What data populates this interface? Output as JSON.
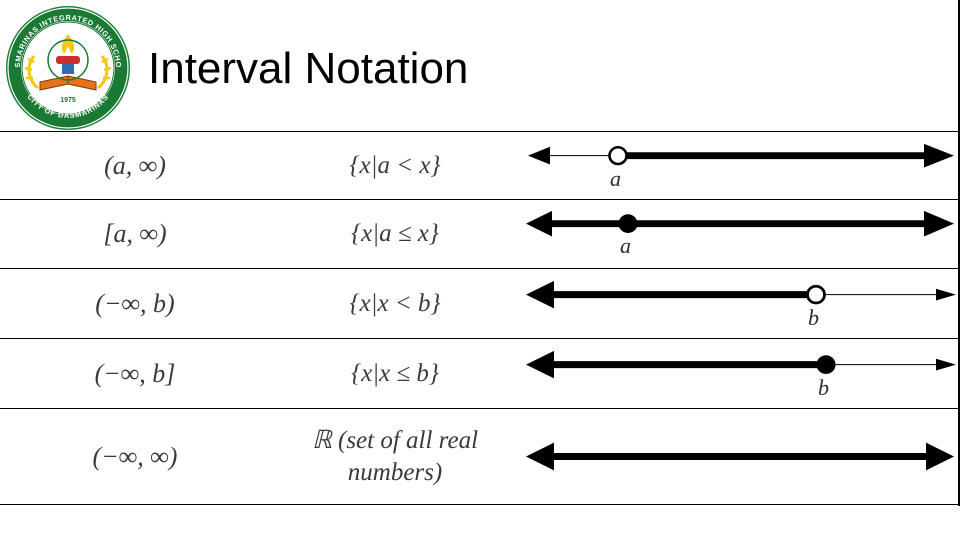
{
  "title": "Interval Notation",
  "logo": {
    "alt": "dasmarinas-integrated-high-school-seal",
    "top_text": "DASMARINAS INTEGRATED HIGH SCHOOL",
    "bottom_text": "CITY OF DASMARINAS",
    "year": "1975",
    "color_ring": "#1a7a34",
    "color_inner": "#ffffff"
  },
  "table": {
    "rows": [
      {
        "interval": "(a, ∞)",
        "set_builder": "{x|a < x}",
        "set_builder_line2": "",
        "line": {
          "type": "open-right-ray",
          "point_label": "a",
          "point_filled": false,
          "point_pos_pct": 22,
          "bold_from_pct": 22,
          "bold_to_pct": 100,
          "left_arrow": true,
          "right_arrow": true
        }
      },
      {
        "interval": "[a, ∞)",
        "set_builder": "{x|a ≤ x}",
        "set_builder_line2": "",
        "line": {
          "type": "closed-right-ray",
          "point_label": "a",
          "point_filled": true,
          "point_pos_pct": 25,
          "bold_from_pct": 0,
          "bold_to_pct": 100,
          "left_arrow": true,
          "right_arrow": true
        }
      },
      {
        "interval": "(−∞, b)",
        "set_builder": "{x|x < b}",
        "set_builder_line2": "",
        "line": {
          "type": "open-left-ray",
          "point_label": "b",
          "point_filled": false,
          "point_pos_pct": 69,
          "bold_from_pct": 0,
          "bold_to_pct": 69,
          "left_arrow": true,
          "right_arrow": true
        }
      },
      {
        "interval": "(−∞, b]",
        "set_builder": "{x|x ≤ b}",
        "set_builder_line2": "",
        "line": {
          "type": "closed-left-ray",
          "point_label": "b",
          "point_filled": true,
          "point_pos_pct": 71,
          "bold_from_pct": 0,
          "bold_to_pct": 71,
          "left_arrow": true,
          "right_arrow": true
        }
      },
      {
        "interval": "(−∞, ∞)",
        "set_builder": "ℝ (set of all real",
        "set_builder_line2": "numbers)",
        "line": {
          "type": "full-line",
          "point_label": "",
          "point_filled": false,
          "point_pos_pct": -1,
          "bold_from_pct": 0,
          "bold_to_pct": 100,
          "left_arrow": true,
          "right_arrow": true
        }
      }
    ]
  }
}
